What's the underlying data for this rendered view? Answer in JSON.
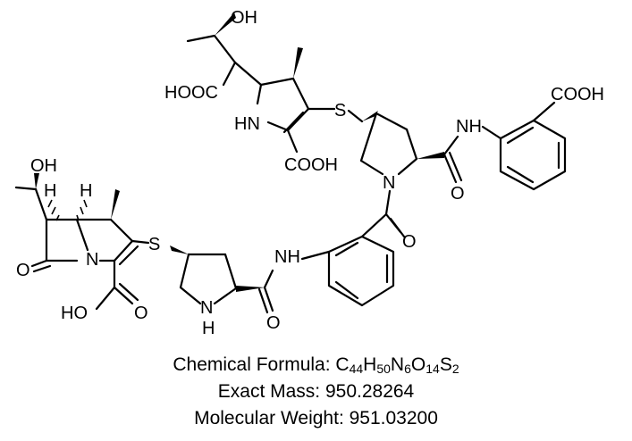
{
  "atom_labels": {
    "oh_top": "OH",
    "hooc_left": "HOOC",
    "hn_upper": "HN",
    "s_upper": "S",
    "cooh_upper_ring": "COOH",
    "nh_amide_upper": "NH",
    "cooh_benzoic": "COOH",
    "n_pyrrolidine_upper": "N",
    "o_amide_upper": "O",
    "o_benzoyl": "O",
    "oh_left": "OH",
    "h_left_1": "H",
    "h_left_2": "H",
    "o_lactam": "O",
    "n_bicyclic": "N",
    "s_lower": "S",
    "nh_anilide": "NH",
    "ho_carboxyl": "HO",
    "o_carboxyl": "O",
    "nh_pyrrolidine_lower": "N",
    "h_pyrrolidine_lower": "H",
    "o_amide_lower": "O"
  },
  "info": {
    "formula_label": "Chemical Formula: ",
    "formula_parts": [
      {
        "t": "C",
        "s": "44"
      },
      {
        "t": "H",
        "s": "50"
      },
      {
        "t": "N",
        "s": "6"
      },
      {
        "t": "O",
        "s": "14"
      },
      {
        "t": "S",
        "s": "2"
      }
    ],
    "exact_mass": "Exact Mass: 950.28264",
    "molecular_weight": "Molecular Weight: 951.03200"
  }
}
